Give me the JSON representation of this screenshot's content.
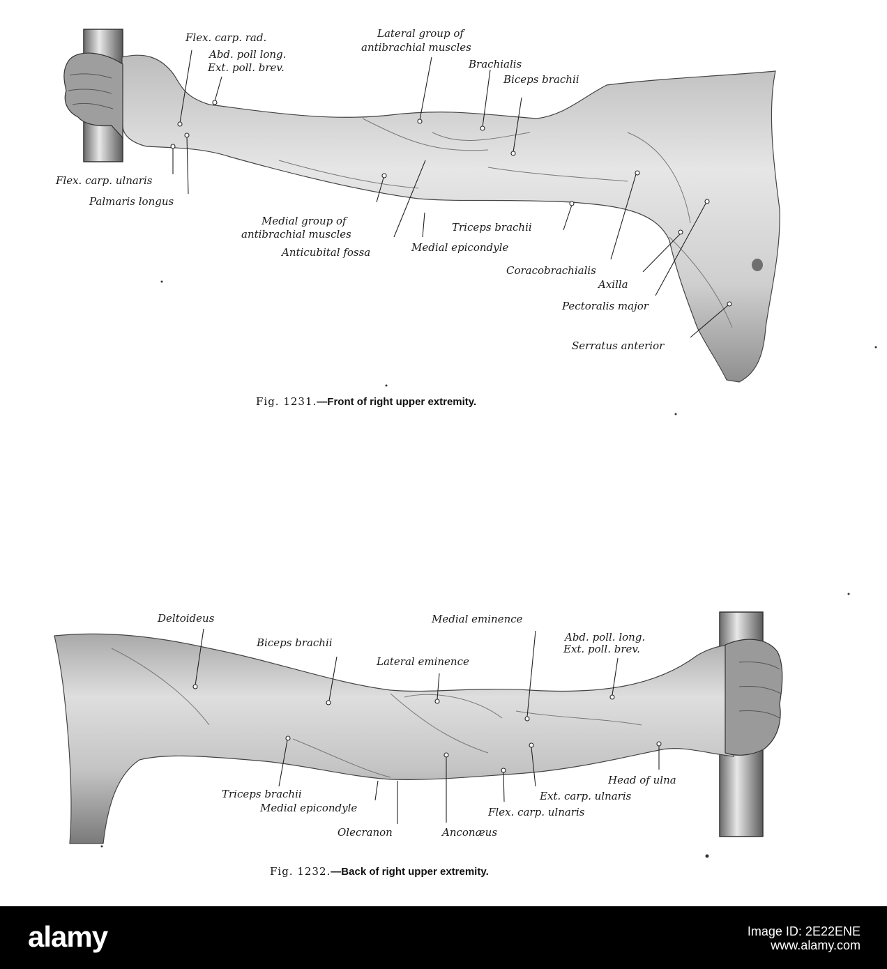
{
  "figure_top": {
    "caption_number": "Fig. 1231.",
    "caption_text": "—Front of right upper extremity.",
    "labels": [
      "Flex. carp. rad.",
      "Abd. poll long.",
      "Ext. poll. brev.",
      "Lateral group of",
      "antibrachial muscles",
      "Brachialis",
      "Biceps brachii",
      "Flex. carp. ulnaris",
      "Palmaris longus",
      "Medial group of",
      "antibrachial muscles",
      "Anticubital fossa",
      "Triceps brachii",
      "Medial epicondyle",
      "Coracobrachialis",
      "Axilla",
      "Pectoralis major",
      "Serratus anterior"
    ]
  },
  "figure_bottom": {
    "caption_number": "Fig. 1232.",
    "caption_text": "—Back of right upper extremity.",
    "labels": [
      "Deltoideus",
      "Medial eminence",
      "Biceps brachii",
      "Abd. poll. long.",
      "Ext. poll. brev.",
      "Lateral eminence",
      "Head of ulna",
      "Triceps brachii",
      "Medial epicondyle",
      "Ext. carp. ulnaris",
      "Flex. carp. ulnaris",
      "Olecranon",
      "Anconæus"
    ]
  },
  "watermark": {
    "logo": "alamy",
    "image_id": "Image ID: 2E22ENE",
    "site": "www.alamy.com"
  }
}
